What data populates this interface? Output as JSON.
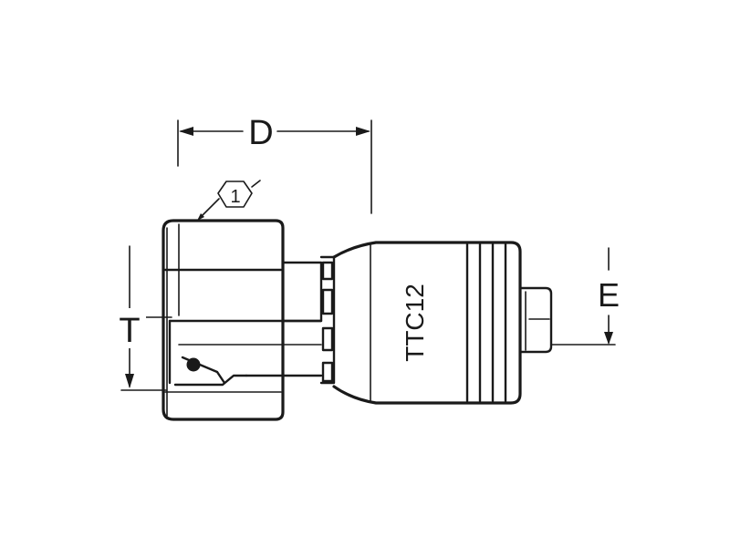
{
  "dimensions": {
    "d_label": "D",
    "t_label": "T",
    "e_label": "E"
  },
  "callout": {
    "number": "1"
  },
  "part_marking": "TTC12",
  "colors": {
    "ink": "#1a1a1a",
    "background": "#ffffff"
  }
}
